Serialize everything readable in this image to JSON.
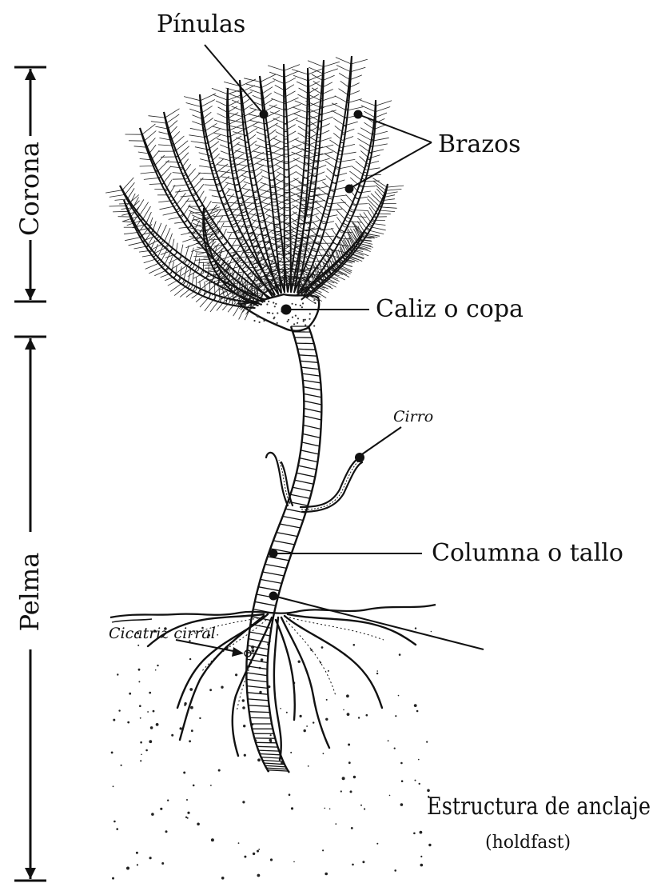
{
  "labels": {
    "pinulas": "Pínulas",
    "brazos": "Brazos",
    "caliz": "Caliz o copa",
    "cirro": "Cirro",
    "columna": "Columna o tallo",
    "cicatriz": "Cicatriz cirral",
    "estructura": "Estructura de anclaje",
    "holdfast": "(holdfast)"
  },
  "regions": {
    "corona": "Corona",
    "pelma": "Pelma"
  },
  "colors": {
    "ink": "#111111",
    "background": "#ffffff"
  }
}
